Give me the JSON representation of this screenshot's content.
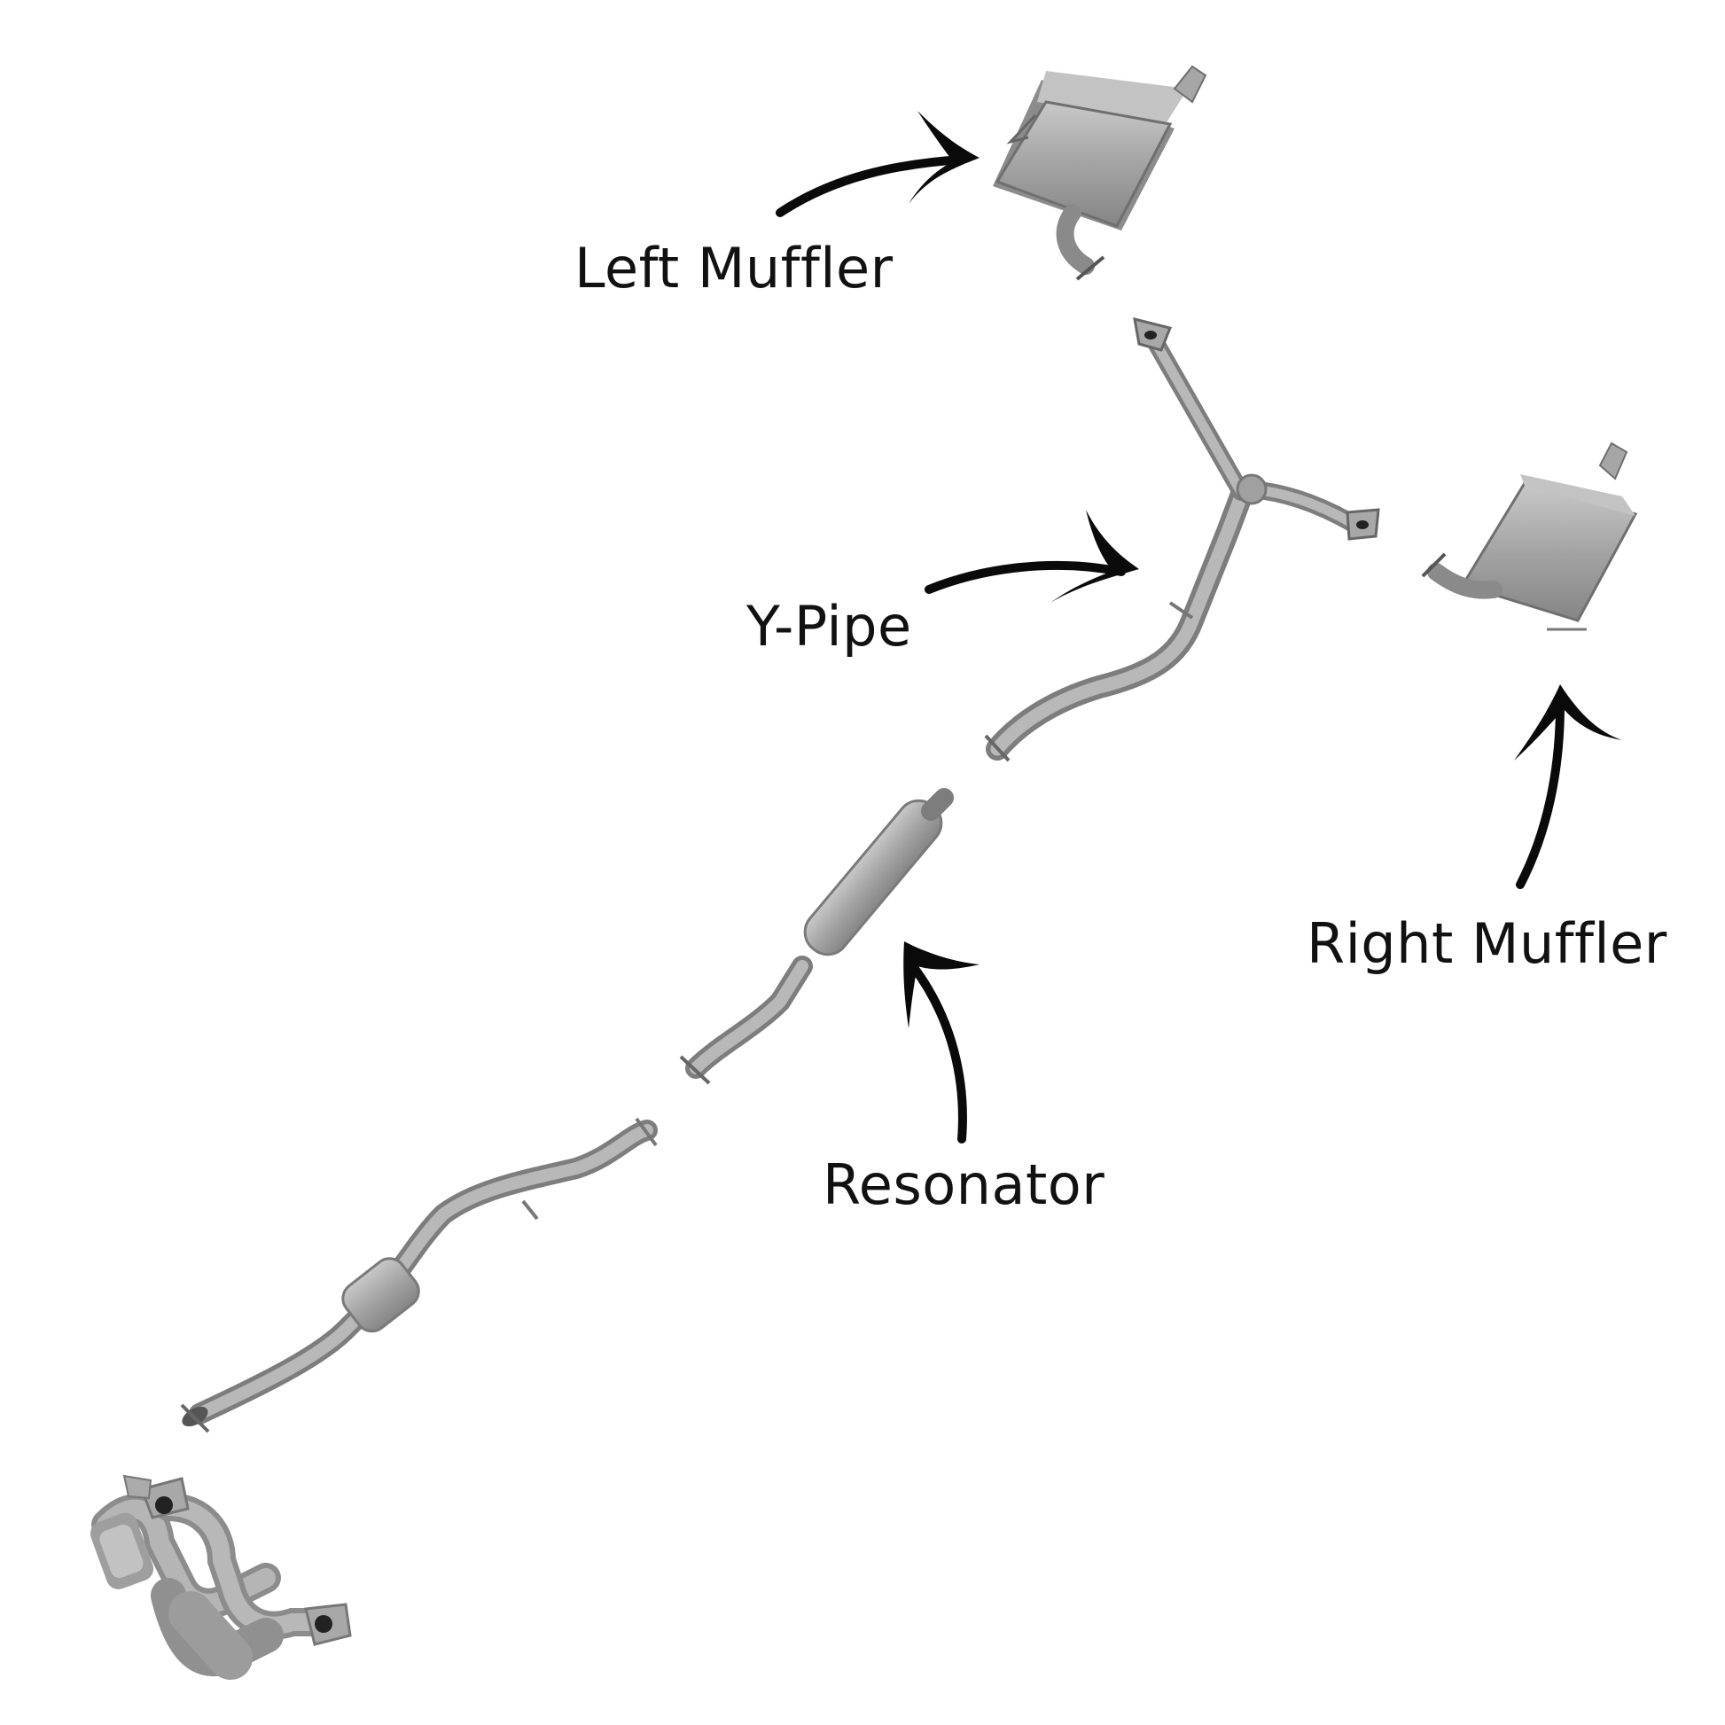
{
  "labels": {
    "left_muffler": "Left Muffler",
    "y_pipe": "Y-Pipe",
    "right_muffler": "Right Muffler",
    "resonator": "Resonator"
  },
  "colors": {
    "part_fill": "#a9a9a9",
    "part_shade": "#8a8a8a",
    "part_light": "#c6c6c6",
    "arrow": "#0a0a0a",
    "text": "#111111"
  }
}
